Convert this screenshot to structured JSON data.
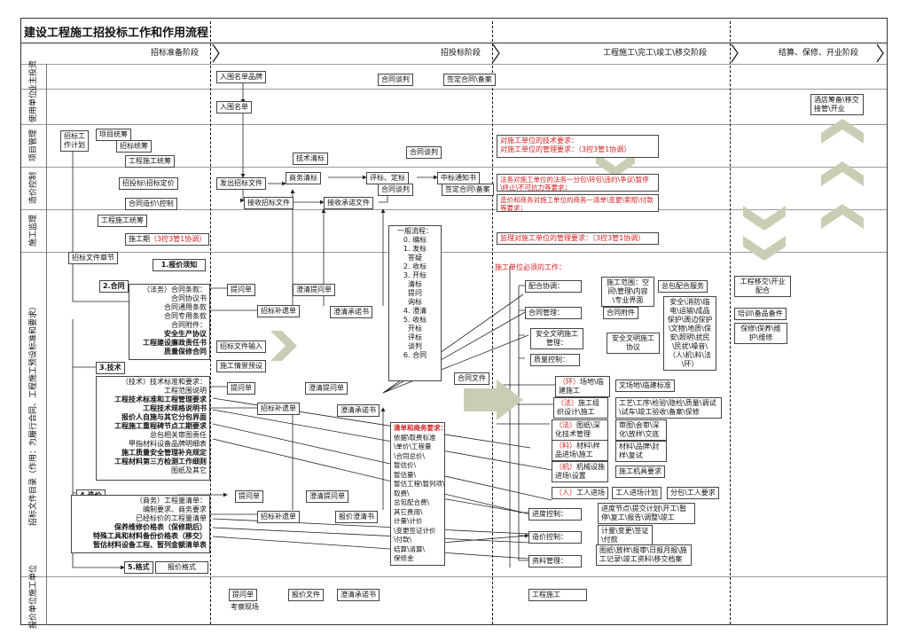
{
  "title": "建设工程施工招投标工作和作用流程",
  "phases": [
    "招标准备阶段",
    "招投标阶段",
    "工程施工\\完工\\竣工\\移交阶段",
    "结算、保修、开业阶段"
  ],
  "lanes": [
    "业主投资",
    "使用单位",
    "项目管理",
    "造价控制",
    "施工监理",
    "招标文件目录（作用：为履行合同、工程施工预设标准和要求）",
    "报价单位施工单位"
  ],
  "owner": {
    "list": "入围名单品牌",
    "negotiate": "合同谈判",
    "sign": "签定合同\\备案"
  },
  "user": {
    "list": "入围名单",
    "hotel": "酒店筹备\\移交接管\\开业"
  },
  "pm": {
    "plan": "招标工作计划",
    "proj": "项目统筹",
    "bid": "招标统筹",
    "const": "工程施工统筹",
    "tech": "技术清标",
    "negotiate": "合同谈判",
    "req1": "对施工单位的技术要求：",
    "req2": "对施工单位的管理要求：（3控3管1协调）"
  },
  "cost": {
    "fix": "招投标\\招标定价",
    "ctrl": "合同造价\\控制",
    "issue": "发出招标文件",
    "receive": "接收招标文件",
    "biz": "商务清标",
    "accept": "接收承诺文件",
    "eval": "评标、定标",
    "neg": "合同谈判",
    "notice": "中标通知书",
    "sign": "签定合同\\备案",
    "law": "法务对施工单位的法务一分包\\转包\\违约\\争议\\暂停\\终止\\不可抗力等要求；",
    "price": "造价和商务对施工单位的商务一清单\\变更\\索赔\\付款等要求；"
  },
  "sup": {
    "const": "工程施工统筹",
    "period": "施工期",
    "period_red": "（3控3管1协调）",
    "req": "监理对施工单位的管理要求：（3控3管1协调）"
  },
  "docs": {
    "chapter": "招标文件章节",
    "s1": "1.报价须知",
    "s2": "2.合同",
    "s2_items": [
      "（法务）合同条款：",
      "合同协议书",
      "合同通用条款",
      "合同专用条款",
      "合同附件："
    ],
    "s2_bold": [
      "安全生产协议",
      "工程建设廉政责任书",
      "质量保修合同"
    ],
    "s3": "3.技术",
    "s3_items": [
      "（技术）技术标准和要求：",
      "工程范围说明",
      "工程技术标准和工程管理要求",
      "工程技术规格说明书",
      "报价人自施与其它分包界面",
      "工程施工重程碑节点工期要求",
      "总包相关审图责任",
      "甲指材料设备品牌明细表",
      "施工质量安全管理补充规定",
      "工程材料第三方检测工作细则",
      "图纸及其它"
    ],
    "s3_bold": [
      1,
      0,
      1,
      1,
      1,
      1,
      0,
      0,
      1,
      1,
      0
    ],
    "s4": "4.造价",
    "s4_items": [
      "（商务）工程量清单：",
      "编制要求、商务要求",
      "已经标价的工程量清单",
      "保养维修价格表（保修期后）",
      "特殊工具和材料备份价格表（移交）",
      "暂估材料设备工程、暂列金额清单表"
    ],
    "s4_bold": [
      0,
      0,
      0,
      1,
      1,
      1
    ],
    "s5": "5.格式",
    "s5_label": "报价格式",
    "ask": "提问单",
    "supplement": "招标补遗单",
    "clarify_ask": "澄清提问单",
    "promise": "澄清承诺书",
    "input": "招标文件输入",
    "preset": "施工情景预设",
    "price_clarify": "报价澄清书"
  },
  "flow": {
    "title": "一般流程：",
    "steps": [
      "0. 编标",
      "1. 发标",
      "答疑",
      "2. 收标",
      "3. 开标",
      "清标",
      "提问",
      "询标",
      "4. 澄清",
      "5. 收标",
      "开标",
      "评标",
      "谈判",
      "6. 合同"
    ]
  },
  "contract": "合同文件",
  "list_title": "清单和商务要求：",
  "list_items": [
    "依据\\取费标准",
    "\\单价\\工程量",
    "\\合同总价\\",
    "暂估价\\",
    "暂估量\\",
    "暂估工程\\暂列项\\",
    "取费\\",
    "总包配合费\\",
    "其它费用\\",
    "计量\\计价",
    "\\变更签证计价",
    "\\付款\\",
    "结算\\清算\\",
    "保修金"
  ],
  "must": "施工单位必须的工作：",
  "coord": "配合协调：",
  "scope": "施工范围：空间\\管理\\内容\\专业界面",
  "coordsvc": "总包配合服务",
  "cmgmt": "合同管理：",
  "attach": "合同附件",
  "safety_items": "安全\\消防\\临电\\运输\\成品保护\\周边保护\\文物\\地质\\保安\\照明\\扰民\\民扰\\噪音\\（人\\机\\料\\法\\环）",
  "safemgmt": "安全文明施工管理：",
  "safeagr": "安全文明施工协议",
  "quality": "质量控制：",
  "env": "（环）",
  "env_site": "场地\\临建施工",
  "civil": "文场地\\临建标准",
  "law_tag": "（法）",
  "law_org": "施工组织设计\\施工",
  "law_proc": "工艺\\工序\\检验\\隐检\\质量\\调试\\试车\\竣工验收\\备案\\保修",
  "law2_tag": "（法）",
  "law2": "图纸\\深化技术管理",
  "review": "审图\\会审\\深化\\放样\\交底",
  "mat_tag": "（料）",
  "mat": "材料\\样品进场\\施工",
  "matsamp": "材料\\品牌\\封样\\复试",
  "mach_tag": "（机）",
  "mach": "机械设施进场\\设置",
  "machreq": "施工机具要求",
  "man_tag": "（人）",
  "man": "工人进场",
  "manplan": "工人进场计划",
  "mansub": "分包\\工人要求",
  "prog": "进度控制：",
  "prog_items": "进度节点\\提交计划\\开工\\暂停\\复工\\报告\\调整\\竣工",
  "costctl": "造价控制：",
  "cost_items": "计量\\变更\\签证\\付款",
  "docmgmt": "资料管理：",
  "doc_items": "图纸\\放样\\报审\\日报月报\\施工记录\\竣工资料\\移交档案",
  "handover": "工程移交\\开业配合",
  "training": "培训\\备品备件",
  "warranty": "保修\\保养\\维护\\维修",
  "bottom": {
    "ask": "提问单",
    "site": "考察现场",
    "quote": "报价文件",
    "promise": "澄清承诺书",
    "work": "工程施工"
  },
  "colors": {
    "red": "#d02020",
    "chevron": "#c9cdb4"
  }
}
